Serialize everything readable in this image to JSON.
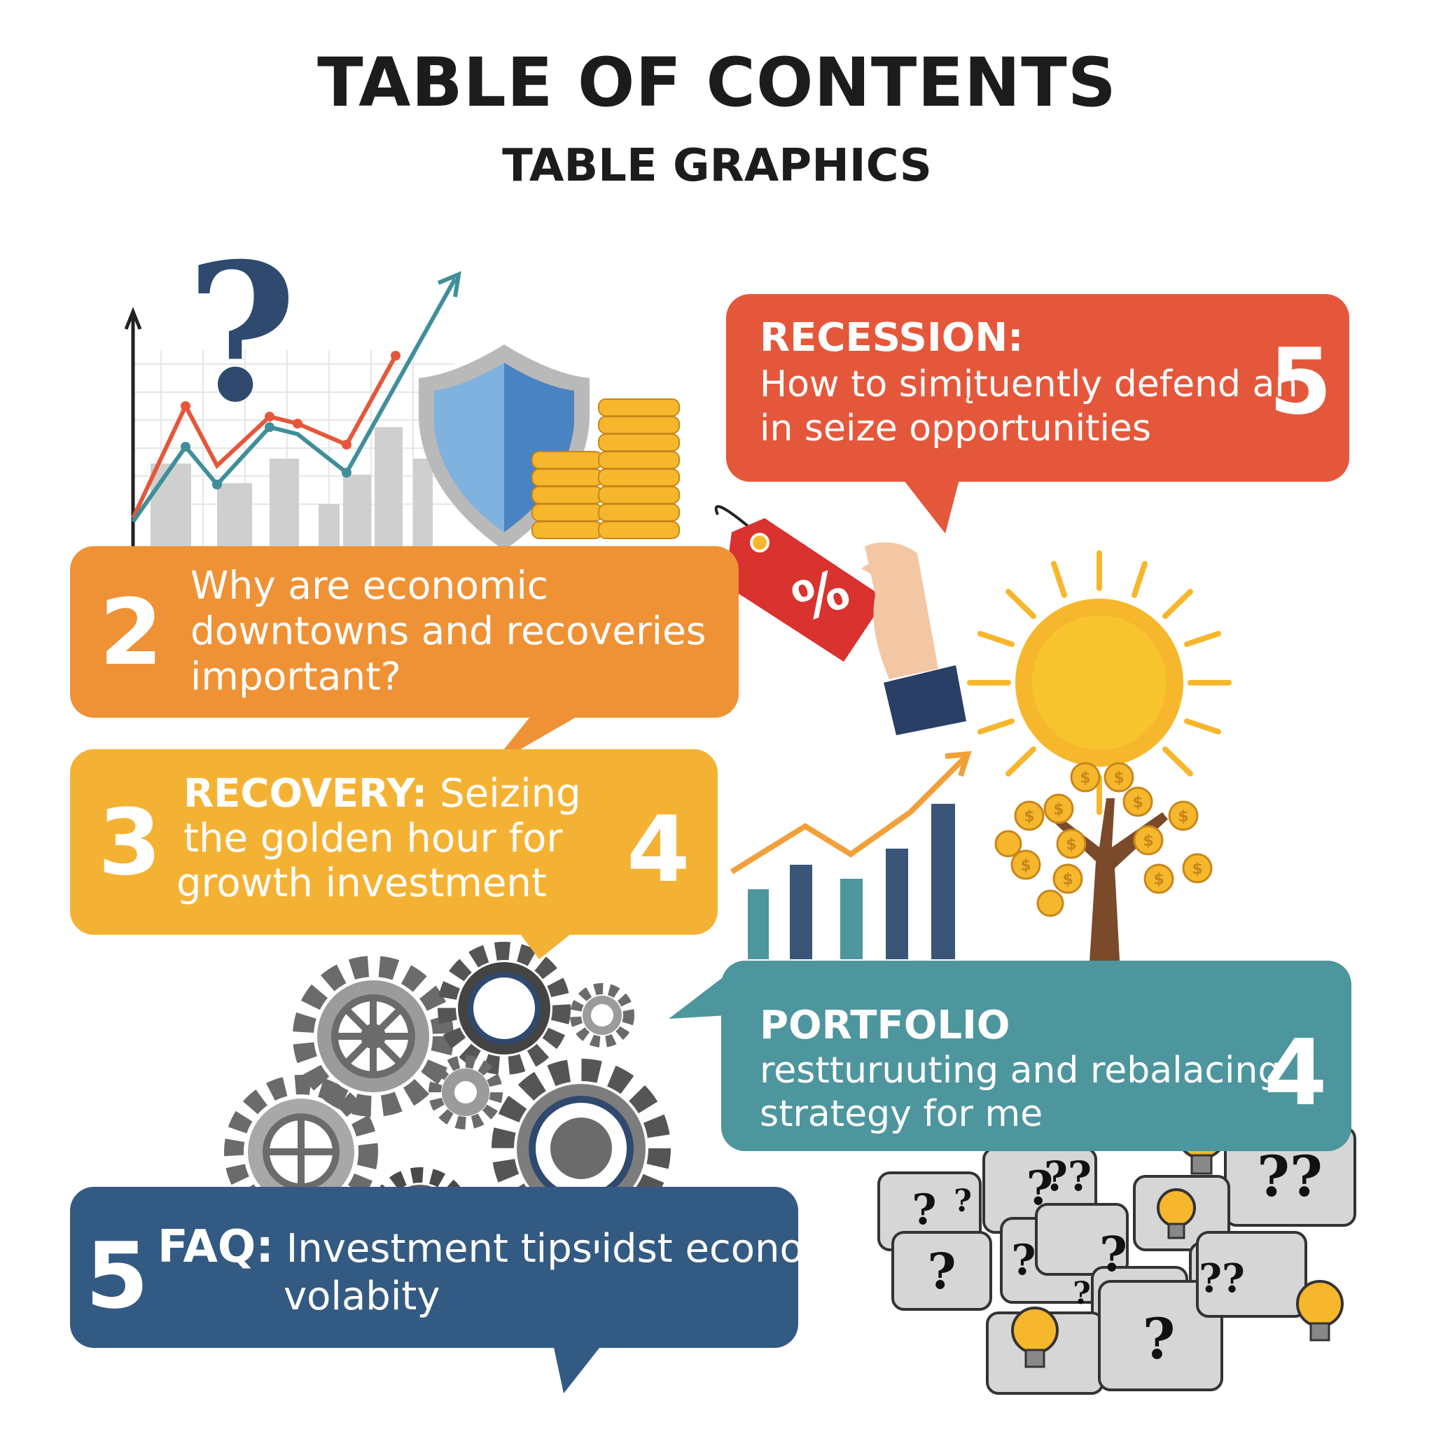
{
  "header": {
    "title": "TABLE OF CONTENTS",
    "subtitle": "TABLE GRAPHICS"
  },
  "sections": [
    {
      "number": "5",
      "heading": "RECESSION:",
      "lines": [
        "How to simįtuently defend an",
        "in seize opportunities"
      ]
    },
    {
      "number": "2",
      "lines": [
        "Why are economic",
        "downtowns and recoveries",
        "important?"
      ]
    },
    {
      "number": "3",
      "heading": "RECOVERY:",
      "lines": [
        " Seizing",
        "the golden hour for",
        "growth investment"
      ],
      "side_number": "4"
    },
    {
      "number": "4",
      "heading": "PORTFOLIO",
      "lines": [
        "restturuuting and rebalacing",
        "strategy for me"
      ]
    },
    {
      "number": "5",
      "heading": "FAQ:",
      "lines": [
        " Investment tipsיidst economic",
        "volabity"
      ]
    }
  ],
  "decor": {
    "question_mark": "?",
    "tag_symbol": "%",
    "coin_symbol": "$",
    "bubble_marks": [
      "?",
      "?",
      "??",
      "?",
      "?",
      "?",
      "??",
      "?",
      "?",
      "?",
      "??"
    ]
  },
  "colors": {
    "recession": "#e5573b",
    "why": "#ef9135",
    "recovery": "#f4b234",
    "portfolio": "#4d969e",
    "faq": "#335a82",
    "navy": "#2f4a6e",
    "gold": "#f6b72c"
  }
}
